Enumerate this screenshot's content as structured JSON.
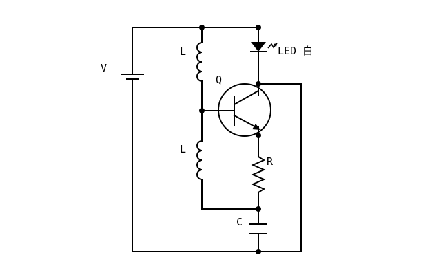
{
  "labels": {
    "battery": "V",
    "inductor_top": "L",
    "inductor_bottom": "L",
    "transistor": "Q",
    "led": "LED 白",
    "resistor": "R",
    "capacitor": "C"
  },
  "colors": {
    "ink": "#000000",
    "background": "#ffffff"
  }
}
